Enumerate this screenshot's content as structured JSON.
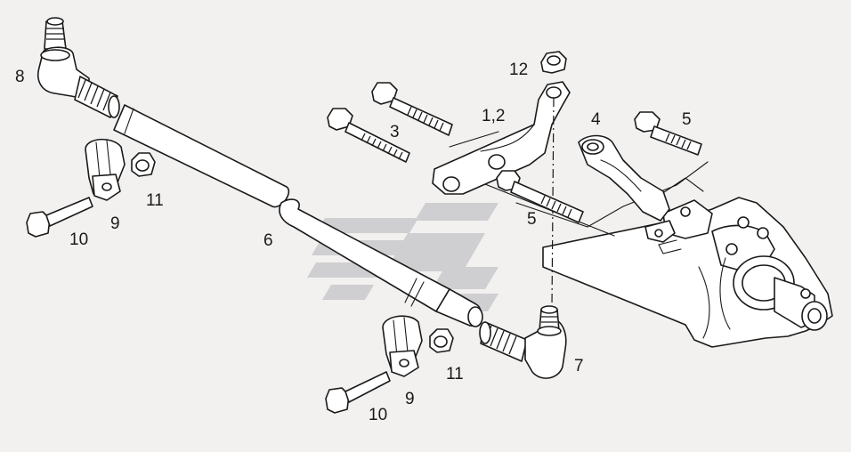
{
  "diagram": {
    "watermark_colors": [
      "#c9c9cc",
      "#b7b7ba"
    ],
    "callouts": {
      "c1": "1,2",
      "c3": "3",
      "c4": "4",
      "c5a": "5",
      "c5b": "5",
      "c6": "6",
      "c7": "7",
      "c8": "8",
      "c9a": "9",
      "c9b": "9",
      "c10a": "10",
      "c10b": "10",
      "c11a": "11",
      "c11b": "11",
      "c12": "12"
    }
  }
}
